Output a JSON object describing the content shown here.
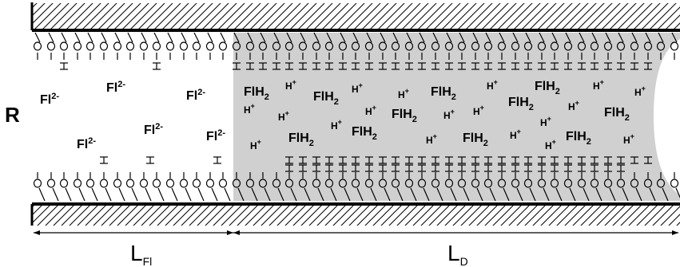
{
  "reservoir_label": "R",
  "wall_colors": {
    "line": "#000000",
    "fluid_region": "#d0d0d0",
    "background": "#ffffff"
  },
  "species": {
    "fl2": {
      "base": "Fl",
      "sup": "2-"
    },
    "flh2": {
      "base": "FlH",
      "sub": "2"
    },
    "hplus": {
      "base": "H",
      "sup": "+"
    }
  },
  "lengths": {
    "lfl": {
      "base": "L",
      "sub": "Fl"
    },
    "ld": {
      "base": "L",
      "sub": "D"
    }
  }
}
